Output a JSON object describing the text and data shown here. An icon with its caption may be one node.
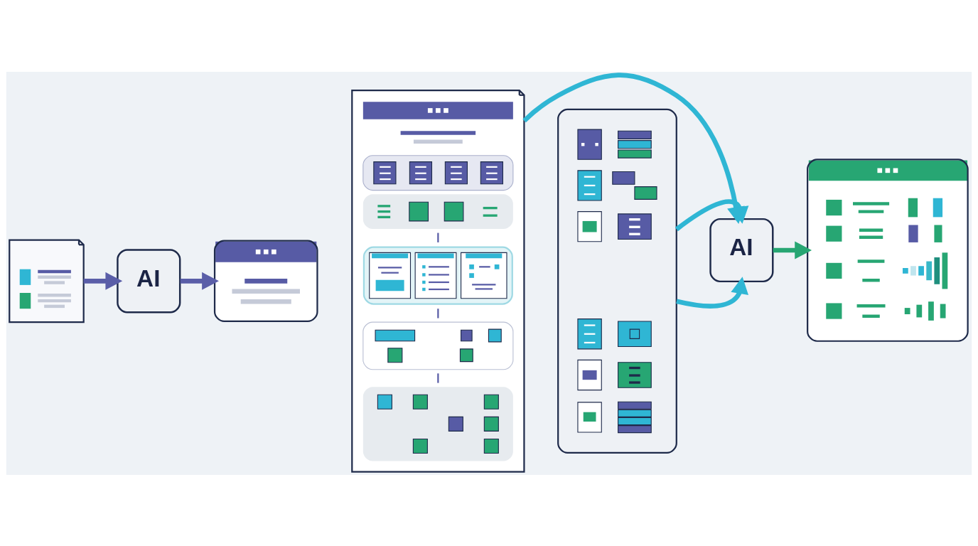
{
  "diagram": {
    "nodes": [
      {
        "text": [],
        "shape": "picture"
      },
      {
        "text": [
          "AI"
        ]
      },
      {
        "text": [],
        "shape": "picture"
      },
      {
        "text": [],
        "shape": "picture"
      },
      {
        "text": [],
        "shape": "picture"
      },
      {
        "text": [
          "AI"
        ]
      },
      {
        "text": [],
        "shape": "picture"
      }
    ],
    "edges": [
      {
        "from": 0,
        "to": 1,
        "arrow": "to",
        "color": "#5a5ea8"
      },
      {
        "from": 1,
        "to": 2,
        "arrow": "to",
        "color": "#5a5ea8"
      },
      {
        "from": 3,
        "to": 5,
        "arrow": "to"
      },
      {
        "from": 4,
        "to": 5,
        "arrow": "to"
      },
      {
        "from": 4,
        "to": 5,
        "arrow": "to"
      },
      {
        "from": 5,
        "to": 6,
        "arrow": "to",
        "color": "#27a673"
      }
    ]
  }
}
